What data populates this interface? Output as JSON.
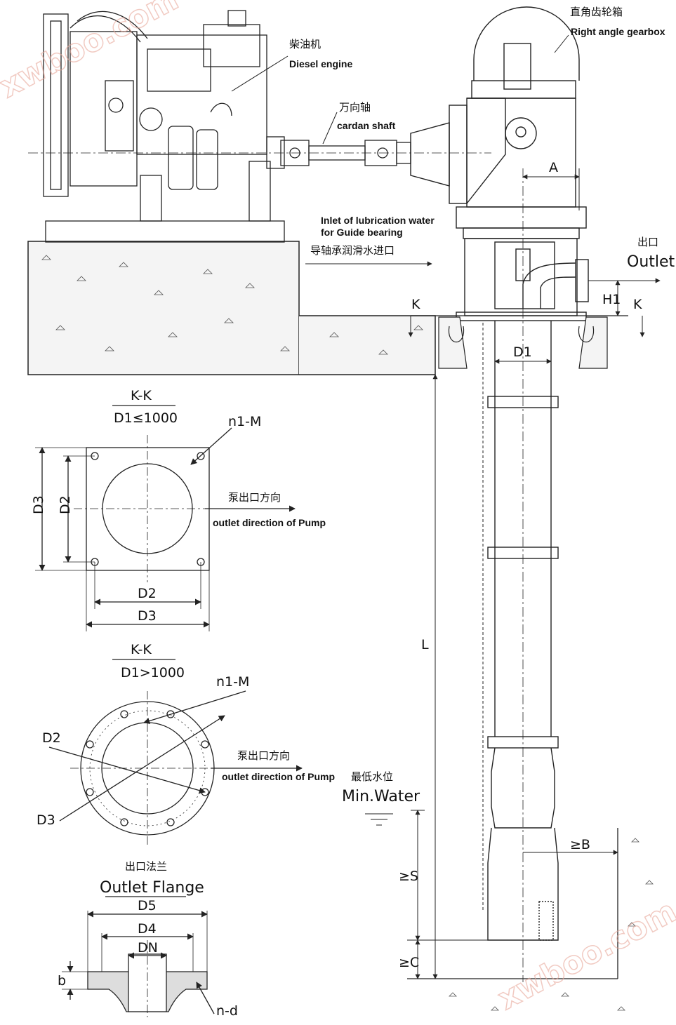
{
  "labels": {
    "gearbox_cn": "直角齿轮箱",
    "gearbox_en": "Right angle gearbox",
    "engine_cn": "柴油机",
    "engine_en": "Diesel engine",
    "cardan_cn": "万向轴",
    "cardan_en": "cardan shaft",
    "inlet_en_1": "Inlet of lubrication water",
    "inlet_en_2": "for Guide bearing",
    "inlet_cn": "导轴承润滑水进口",
    "outlet_cn": "出口",
    "outlet_en": "Outlet",
    "section_a_title": "K-K",
    "section_a_cond": "D1≤1000",
    "section_b_title": "K-K",
    "section_b_cond": "D1>1000",
    "dir_cn_a": "泵出口方向",
    "dir_en_a": "outlet direction of Pump",
    "dir_cn_b": "泵出口方向",
    "dir_en_b": "outlet direction of Pump",
    "minwater_cn": "最低水位",
    "minwater_en": "Min.Water",
    "flange_cn": "出口法兰",
    "flange_en": "Outlet Flange"
  },
  "dimensions": {
    "A": "A",
    "H1": "H1",
    "K_left": "K",
    "K_right": "K",
    "D1": "D1",
    "L": "L",
    "B": "≥B",
    "S": "≥S",
    "C": "≥C",
    "n1M_a": "n1-M",
    "D3_a_v": "D3",
    "D2_a_v": "D2",
    "D2_a_h": "D2",
    "D3_a_h": "D3",
    "n1M_b": "n1-M",
    "D2_b": "D2",
    "D3_b": "D3",
    "D5": "D5",
    "D4": "D4",
    "DN": "DN",
    "b": "b",
    "nd": "n-d"
  },
  "watermark": {
    "top": "xwboo.com",
    "bottom": "xwboo.com"
  },
  "colors": {
    "line": "#222222",
    "concrete": "#f4f4f4",
    "watermark": "#e8a89a"
  }
}
